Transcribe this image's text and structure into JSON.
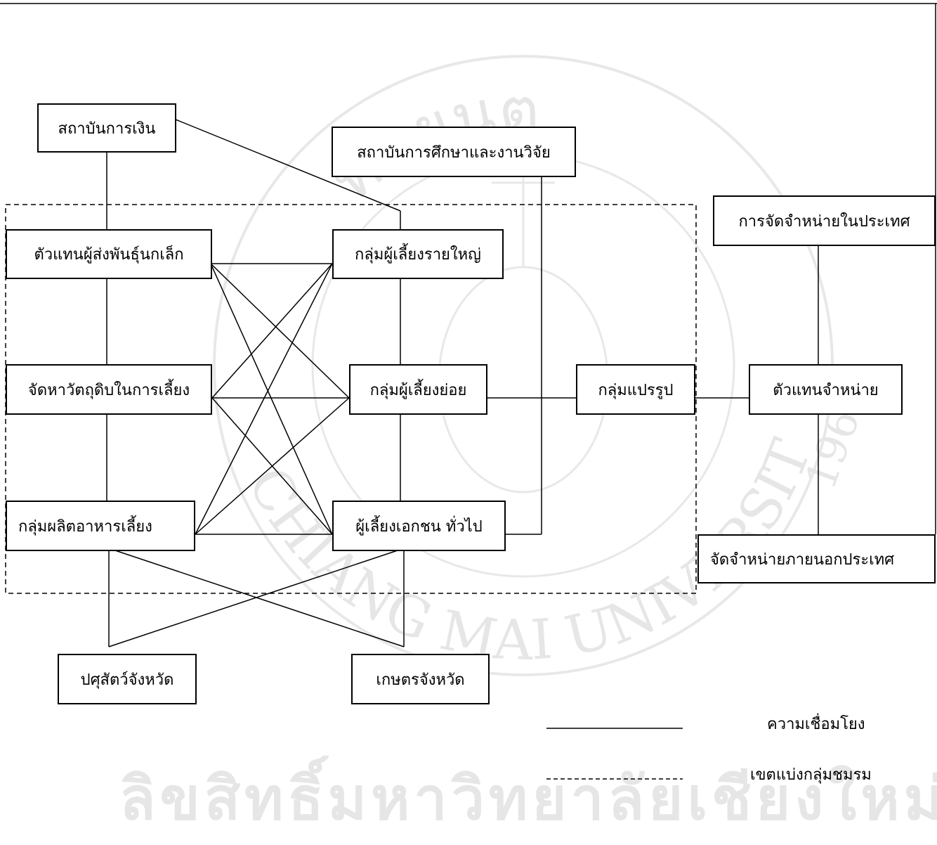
{
  "nodes": {
    "financial_institution": "สถาบันการเงิน",
    "education_research": "สถาบันการศึกษาและงานวิจัย",
    "chick_breeder_agent": "ตัวแทนผู้ส่งพันธุ์นกเล็ก",
    "large_farmer_group": "กลุ่มผู้เลี้ยงรายใหญ่",
    "feed_material_supply": "จัดหาวัตถุดิบในการเลี้ยง",
    "small_farmer_group": "กลุ่มผู้เลี้ยงย่อย",
    "processing_group": "กลุ่มแปรรูป",
    "distribution_agent": "ตัวแทนจำหน่าย",
    "feed_producer_group": "กลุ่มผลิตอาหารเลี้ยง",
    "general_private_farmer": "ผู้เลี้ยงเอกชน ทั่วไป",
    "domestic_distribution": "การจัดจำหน่ายในประเทศ",
    "export_distribution": "จัดจำหน่ายภายนอกประเทศ",
    "provincial_livestock": "ปศุสัตว์จังหวัด",
    "provincial_agriculture": "เกษตรจังหวัด"
  },
  "legend": {
    "solid": "ความเชื่อมโยง",
    "dashed": "เขตแบ่งกลุ่มชมรม"
  },
  "watermark": {
    "seal_top_text": "ทมยนต",
    "seal_bottom_text": "CHIANG MAI UNIVERSITY",
    "seal_year": "1964",
    "footer_text": "ลิขสิทธิ์มหาวิทยาลัยเชียงใหม่"
  },
  "colors": {
    "line": "#000000",
    "watermark": "#e6e6e6"
  }
}
